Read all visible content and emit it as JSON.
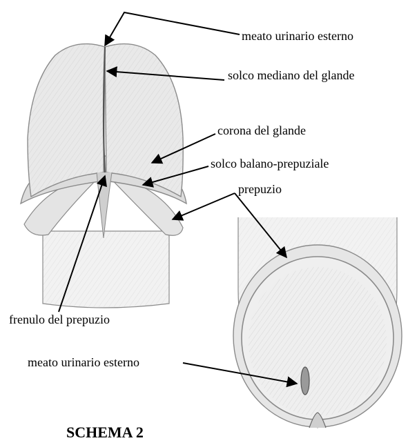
{
  "labels": {
    "meato_top": "meato urinario esterno",
    "solco_mediano": "solco mediano del glande",
    "corona": "corona del glande",
    "solco_balano": "solco balano-prepuziale",
    "prepuzio": "prepuzio",
    "frenulo": "frenulo del prepuzio",
    "meato_bottom": "meato urinario esterno"
  },
  "title": "SCHEMA 2",
  "colors": {
    "line": "#000000",
    "pencil": "#8a8a8a",
    "shade": "#d7d7d7",
    "paper": "#ffffff"
  }
}
